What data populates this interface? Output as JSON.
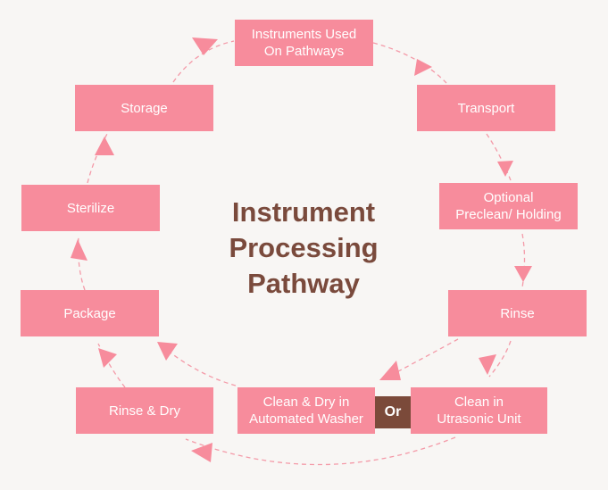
{
  "title": "Instrument\nProcessing\nPathway",
  "colors": {
    "box": "#f78c9c",
    "title": "#7a4a3c",
    "connector": "#f49aa8",
    "or_badge": "#7b4a3a"
  },
  "steps": {
    "instruments_used": "Instruments Used\nOn Pathways",
    "transport": "Transport",
    "optional_preclean": "Optional\nPreclean/ Holding",
    "rinse": "Rinse",
    "clean_ultrasonic": "Clean in\nUtrasonic Unit",
    "clean_dry_washer": "Clean & Dry in\nAutomated Washer",
    "rinse_dry": "Rinse & Dry",
    "package": "Package",
    "sterilize": "Sterilize",
    "storage": "Storage"
  },
  "or_label": "Or"
}
